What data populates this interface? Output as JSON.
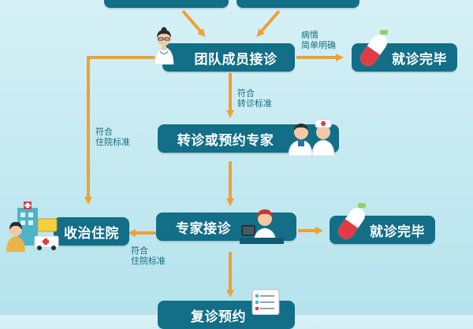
{
  "nodes": {
    "team_consult": "团队成员接诊",
    "done_top": "就诊完毕",
    "referral": "转诊或预约专家",
    "expert_consult": "专家接诊",
    "done_mid": "就诊完毕",
    "admit": "收治住院",
    "followup": "复诊预约"
  },
  "edges": {
    "simple": [
      "病情",
      "简单明确"
    ],
    "meets_referral": [
      "符合",
      "转诊标准"
    ],
    "meets_admit_left": [
      "符合",
      "住院标准"
    ],
    "meets_admit_bottom": [
      "符合",
      "住院标准"
    ]
  },
  "colors": {
    "node_bg": "#136e88",
    "arrow": "#f0a033",
    "background_top": "#d6f1f6"
  },
  "icons": [
    "doctor-female-icon",
    "doctor-pair-icon",
    "doctor-at-desk-icon",
    "hospital-icon",
    "pill-capsule-icon",
    "checklist-clipboard-icon"
  ]
}
